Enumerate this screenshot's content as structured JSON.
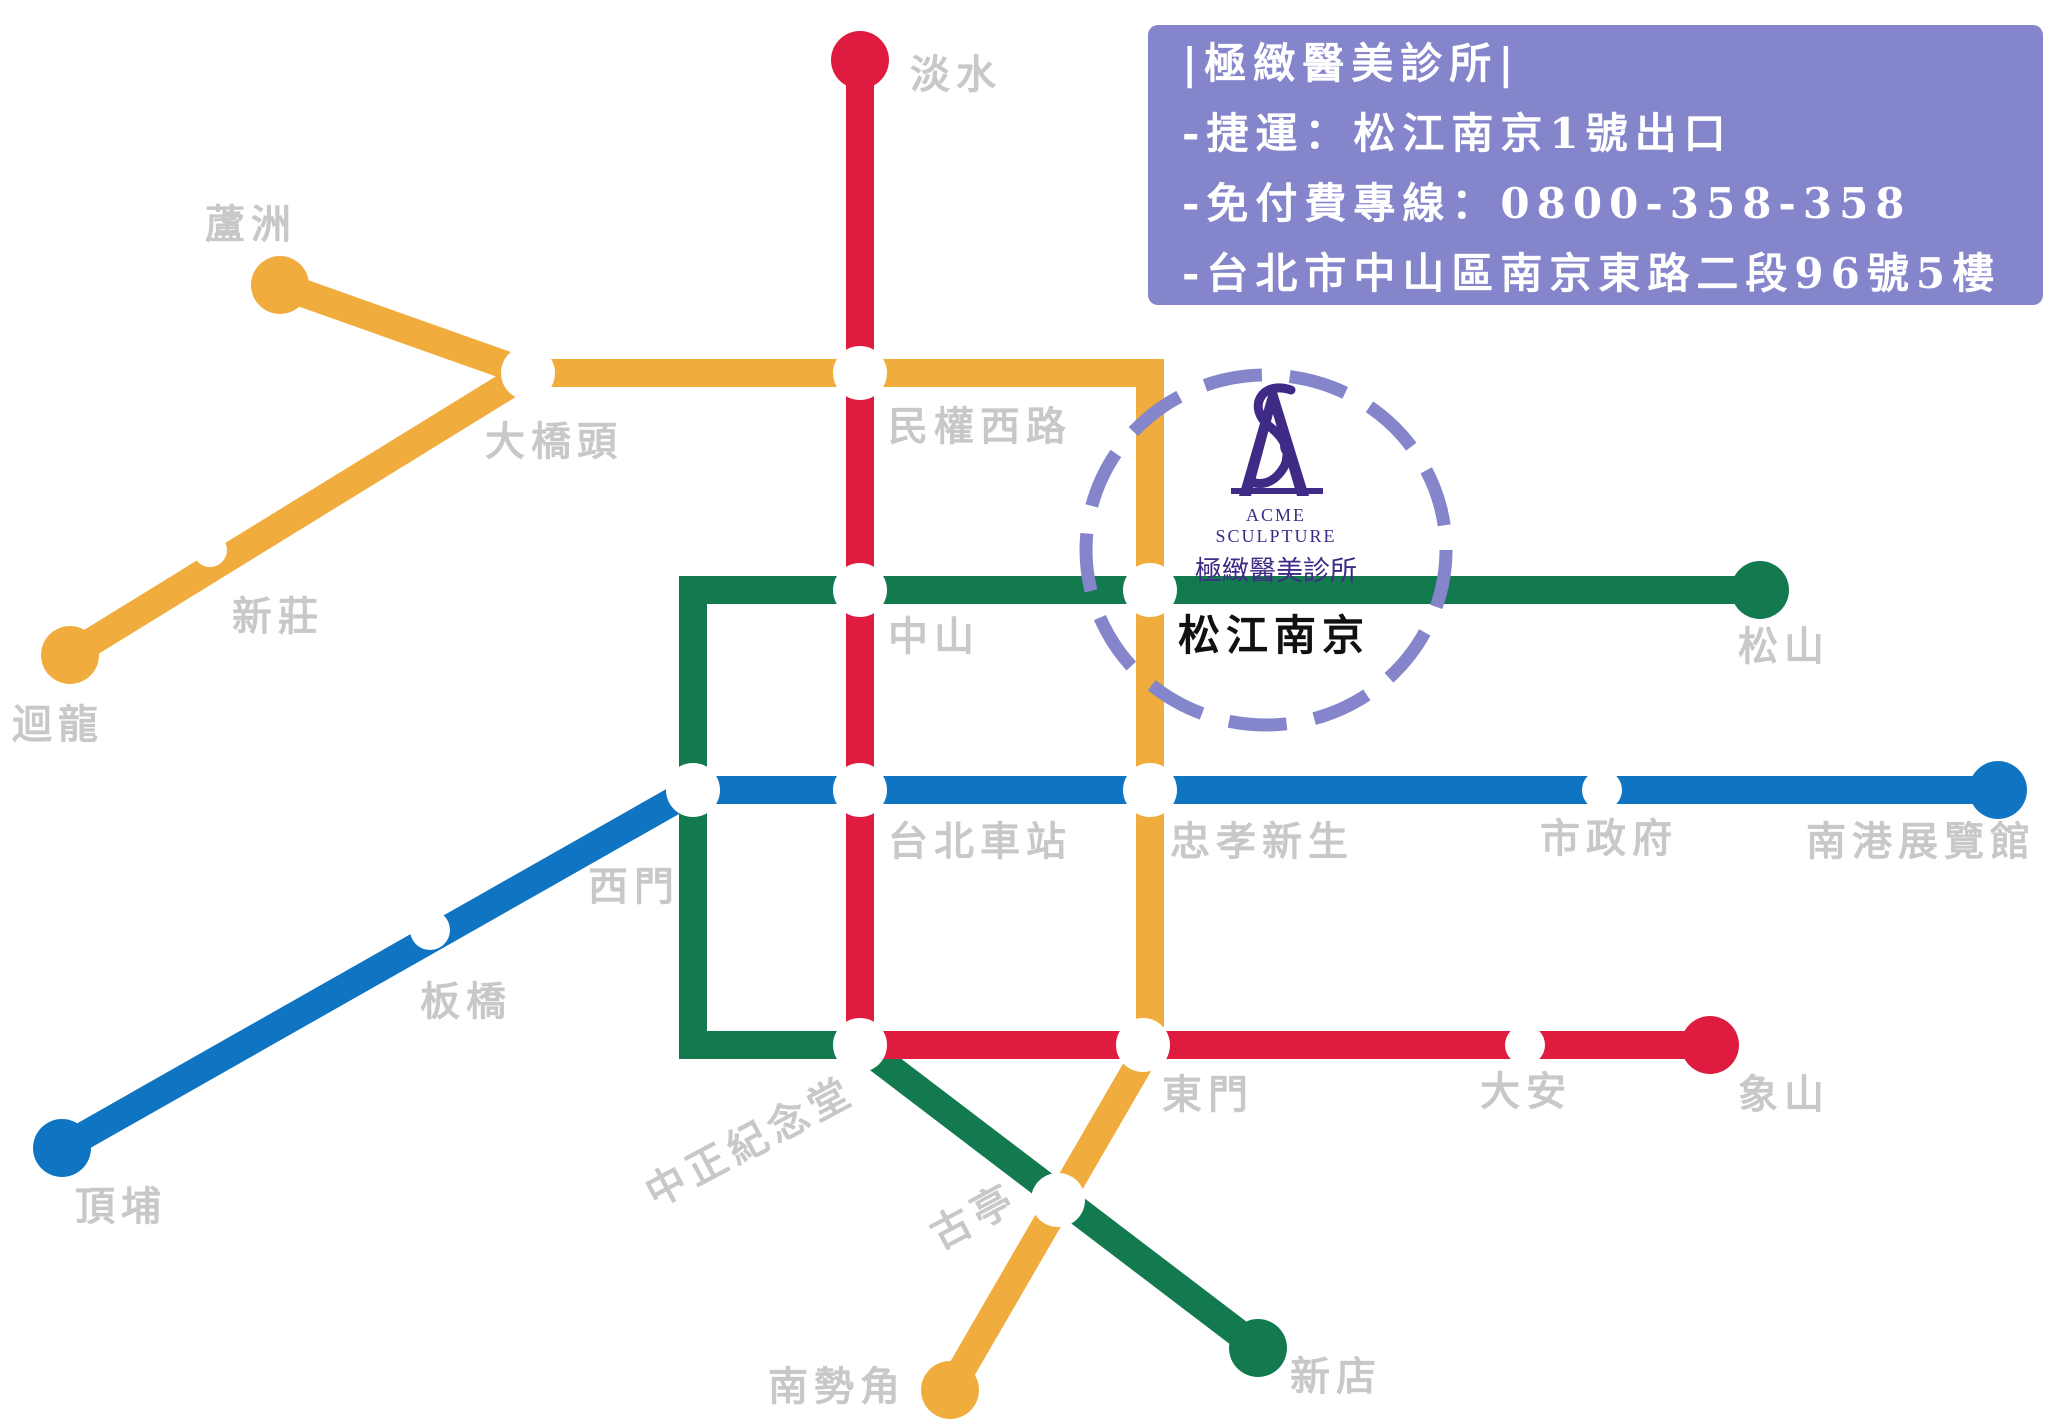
{
  "colors": {
    "red_line": "#df1b3f",
    "orange_line": "#f0ad3d",
    "green_line": "#127a4e",
    "blue_line": "#0f74c2",
    "info_box": "#8585cc",
    "dashed_circle": "#8585cc",
    "logo": "#3f2a86",
    "station_label": "#c8c8c8",
    "highlight_label": "#111111"
  },
  "info_box": {
    "lines": [
      "|極緻醫美診所|",
      "-捷運：松江南京1號出口",
      "-免付費專線：0800-358-358",
      "-台北市中山區南京東路二段96號5樓"
    ]
  },
  "logo": {
    "icon": "acme-sculpture-logo-icon",
    "english_name": "ACME SCULPTURE",
    "chinese_name": "極緻醫美診所"
  },
  "stations": {
    "tamsui": "淡水",
    "luzhou": "蘆洲",
    "daqiaotou": "大橋頭",
    "minquan_w_rd": "民權西路",
    "xinzhuang": "新莊",
    "huilong": "迴龍",
    "zhongshan": "中山",
    "songjiang_nanjing": "松江南京",
    "songshan": "松山",
    "ximen": "西門",
    "taipei_main": "台北車站",
    "zhongxiao_xinsheng": "忠孝新生",
    "city_hall": "市政府",
    "nangang_exhibition": "南港展覽館",
    "banqiao": "板橋",
    "dingpu": "頂埔",
    "cks_memorial": "中正紀念堂",
    "dongmen": "東門",
    "daan": "大安",
    "xiangshan": "象山",
    "guting": "古亭",
    "nanshijiao": "南勢角",
    "xindian": "新店"
  }
}
